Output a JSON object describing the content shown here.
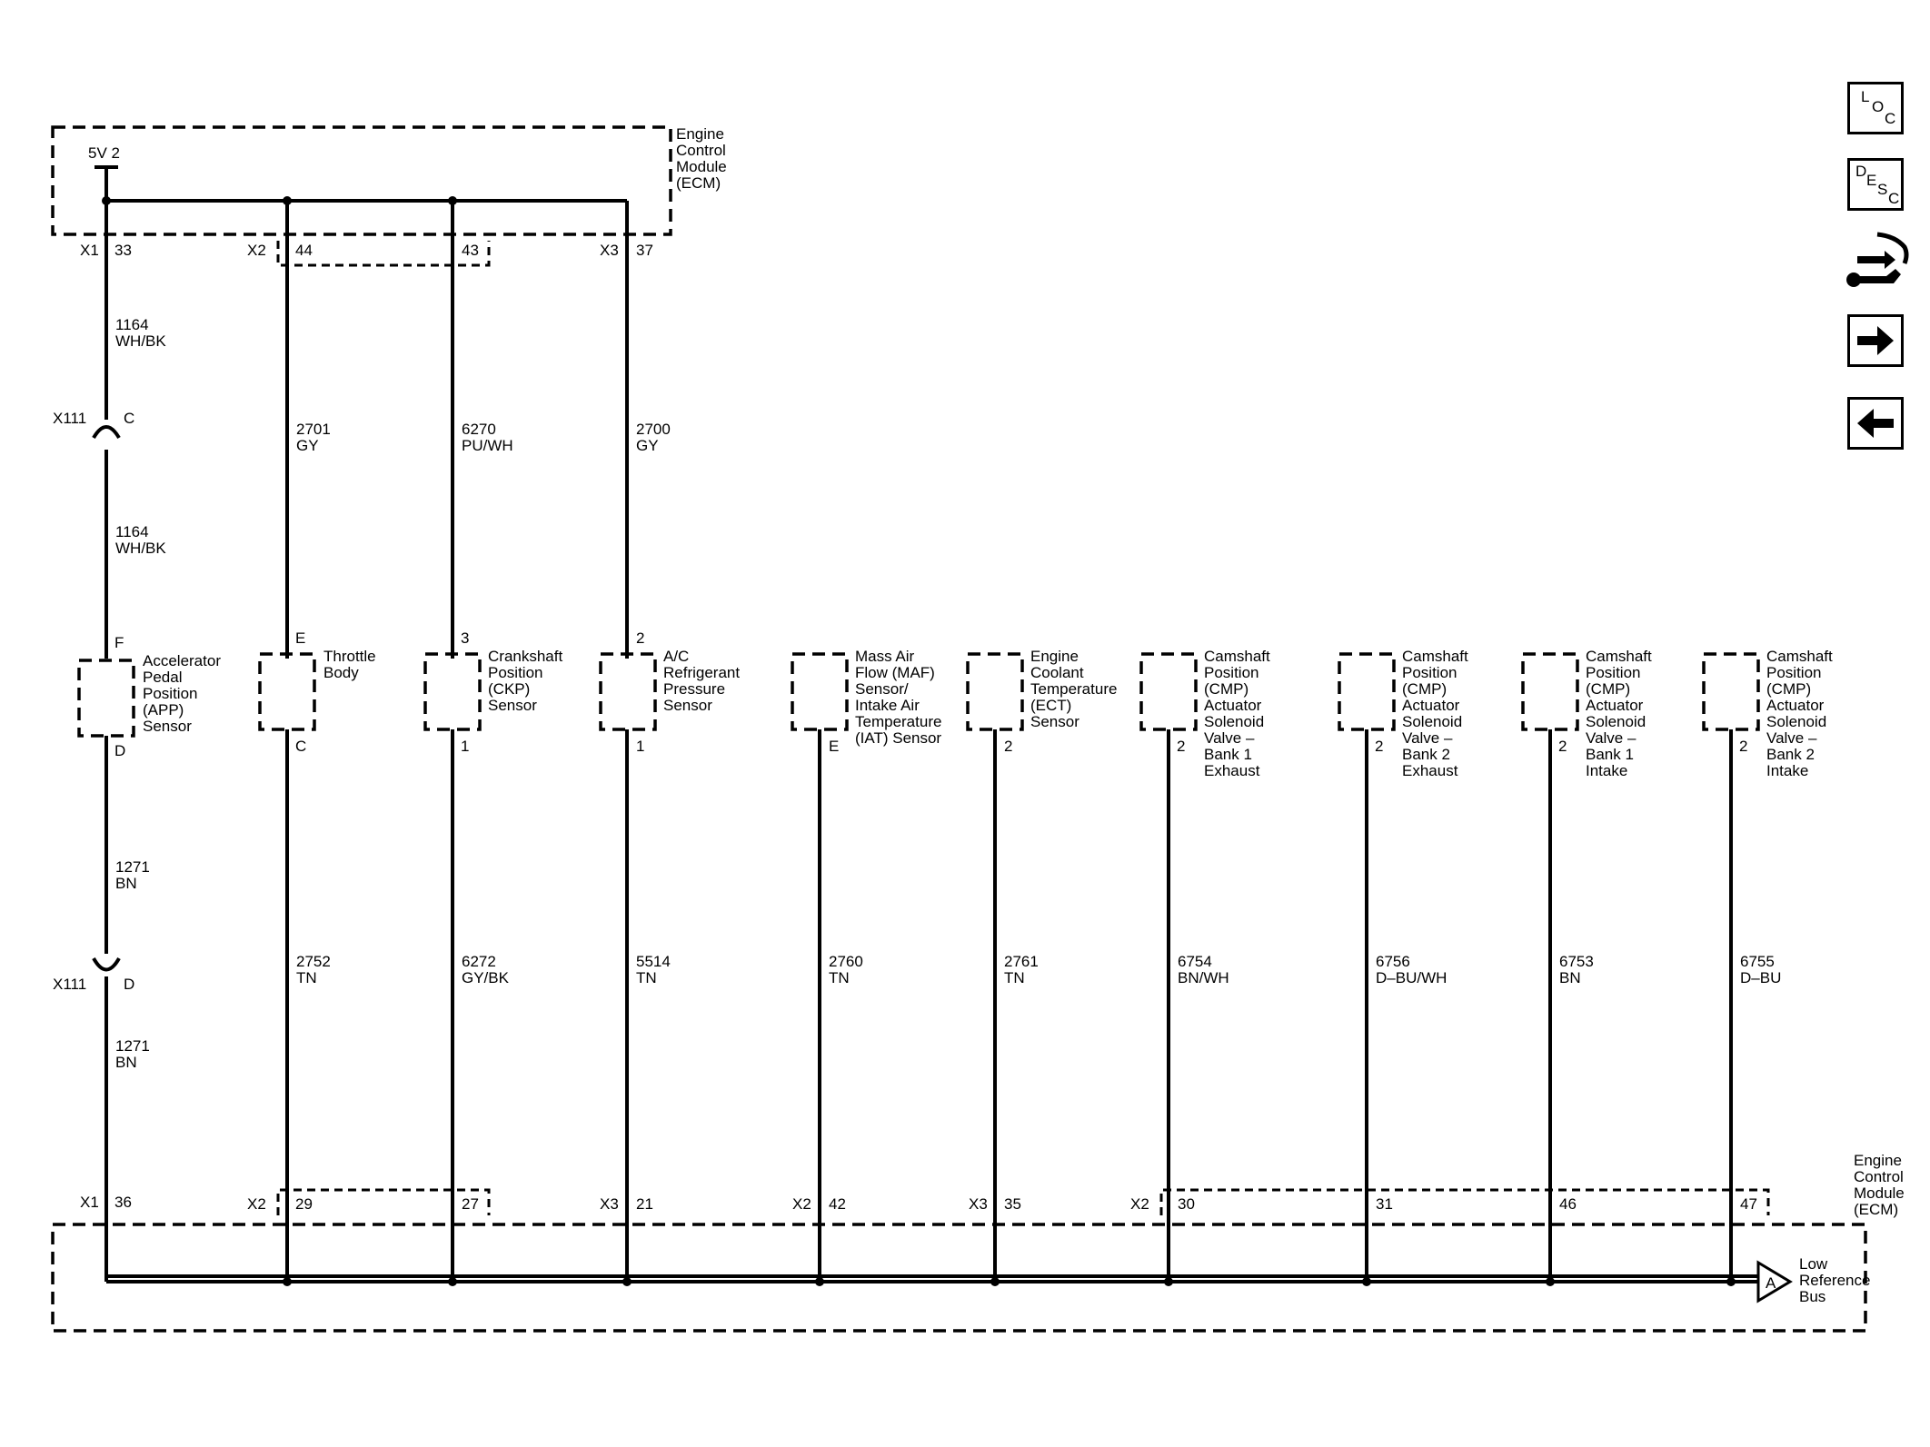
{
  "ecm_top": {
    "label": [
      "Engine",
      "Control",
      "Module",
      "(ECM)"
    ],
    "supply": "5V 2"
  },
  "ecm_bottom": {
    "label": [
      "Engine",
      "Control",
      "Module",
      "(ECM)"
    ],
    "bus": [
      "Low",
      "Reference",
      "Bus"
    ],
    "bus_connector": "A"
  },
  "circuits": [
    {
      "id": "app",
      "top_conn": "X1",
      "top_pin": "33",
      "wire_top": [
        "1164",
        "WH/BK"
      ],
      "inline_conn_top": {
        "name": "X111",
        "pin": "C"
      },
      "wire_top2": [
        "1164",
        "WH/BK"
      ],
      "comp_pin_top": "F",
      "comp_pin_bottom": "D",
      "component": [
        "Accelerator",
        "Pedal",
        "Position",
        "(APP)",
        "Sensor"
      ],
      "wire_bottom": [
        "1271",
        "BN"
      ],
      "inline_conn_bottom": {
        "name": "X111",
        "pin": "D"
      },
      "wire_bottom2": [
        "1271",
        "BN"
      ],
      "bottom_conn": "X1",
      "bottom_pin": "36"
    },
    {
      "id": "tb",
      "top_conn": "X2",
      "top_pin": "44",
      "wire_top": [
        "2701",
        "GY"
      ],
      "comp_pin_top": "E",
      "comp_pin_bottom": "C",
      "component": [
        "Throttle",
        "Body"
      ],
      "wire_bottom": [
        "2752",
        "TN"
      ],
      "bottom_conn": "X2",
      "bottom_pin": "29"
    },
    {
      "id": "ckp",
      "top_pin": "43",
      "wire_top": [
        "6270",
        "PU/WH"
      ],
      "comp_pin_top": "3",
      "comp_pin_bottom": "1",
      "component": [
        "Crankshaft",
        "Position",
        "(CKP)",
        "Sensor"
      ],
      "wire_bottom": [
        "6272",
        "GY/BK"
      ],
      "bottom_pin": "27"
    },
    {
      "id": "ac",
      "top_conn": "X3",
      "top_pin": "37",
      "wire_top": [
        "2700",
        "GY"
      ],
      "comp_pin_top": "2",
      "comp_pin_bottom": "1",
      "component": [
        "A/C",
        "Refrigerant",
        "Pressure",
        "Sensor"
      ],
      "wire_bottom": [
        "5514",
        "TN"
      ],
      "bottom_conn": "X3",
      "bottom_pin": "21"
    },
    {
      "id": "maf",
      "comp_pin_bottom": "E",
      "component": [
        "Mass Air",
        "Flow (MAF)",
        "Sensor/",
        "Intake Air",
        "Temperature",
        "(IAT) Sensor"
      ],
      "wire_bottom": [
        "2760",
        "TN"
      ],
      "bottom_conn": "X2",
      "bottom_pin": "42"
    },
    {
      "id": "ect",
      "comp_pin_bottom": "2",
      "component": [
        "Engine",
        "Coolant",
        "Temperature",
        "(ECT)",
        "Sensor"
      ],
      "wire_bottom": [
        "2761",
        "TN"
      ],
      "bottom_conn": "X3",
      "bottom_pin": "35"
    },
    {
      "id": "cmp1e",
      "comp_pin_bottom": "2",
      "component": [
        "Camshaft",
        "Position",
        "(CMP)",
        "Actuator",
        "Solenoid",
        "Valve –",
        "Bank 1",
        "Exhaust"
      ],
      "wire_bottom": [
        "6754",
        "BN/WH"
      ],
      "bottom_conn": "X2",
      "bottom_pin": "30"
    },
    {
      "id": "cmp2e",
      "comp_pin_bottom": "2",
      "component": [
        "Camshaft",
        "Position",
        "(CMP)",
        "Actuator",
        "Solenoid",
        "Valve –",
        "Bank 2",
        "Exhaust"
      ],
      "wire_bottom": [
        "6756",
        "D–BU/WH"
      ],
      "bottom_pin": "31"
    },
    {
      "id": "cmp1i",
      "comp_pin_bottom": "2",
      "component": [
        "Camshaft",
        "Position",
        "(CMP)",
        "Actuator",
        "Solenoid",
        "Valve –",
        "Bank 1",
        "Intake"
      ],
      "wire_bottom": [
        "6753",
        "BN"
      ],
      "bottom_pin": "46"
    },
    {
      "id": "cmp2i",
      "comp_pin_bottom": "2",
      "component": [
        "Camshaft",
        "Position",
        "(CMP)",
        "Actuator",
        "Solenoid",
        "Valve –",
        "Bank 2",
        "Intake"
      ],
      "wire_bottom": [
        "6755",
        "D–BU"
      ],
      "bottom_pin": "47"
    }
  ],
  "toolbar": {
    "loc": {
      "a": "L",
      "b": "O",
      "c": "C",
      "icon": "loc-icon"
    },
    "desc": {
      "a": "D",
      "b": "E",
      "c": "S",
      "d": "C",
      "icon": "desc-icon"
    },
    "connector_icon": "connector-wrench-icon",
    "next_icon": "arrow-right-icon",
    "prev_icon": "arrow-left-icon"
  }
}
